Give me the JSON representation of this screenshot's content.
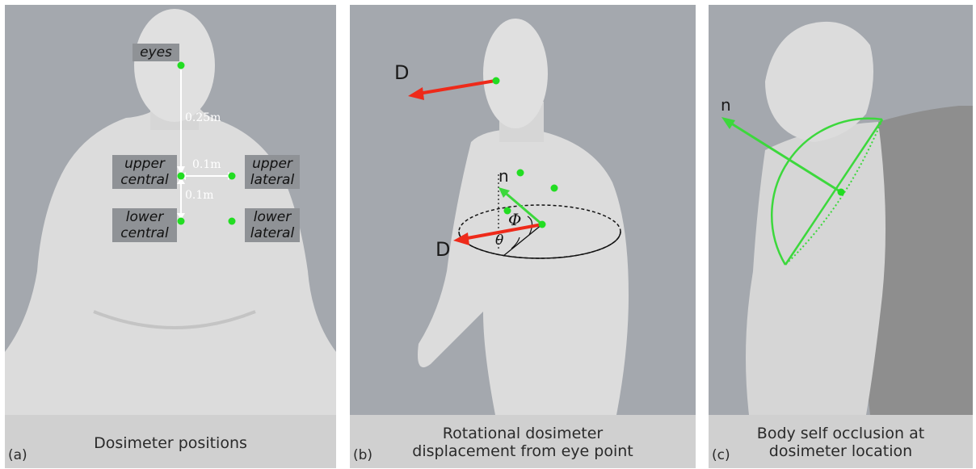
{
  "panels": [
    {
      "letter": "(a)",
      "caption": [
        "Dosimeter positions"
      ],
      "labels": {
        "eyes": "eyes",
        "upper_central": [
          "upper",
          "central"
        ],
        "upper_lateral": [
          "upper",
          "lateral"
        ],
        "lower_central": [
          "lower",
          "central"
        ],
        "lower_lateral": [
          "lower",
          "lateral"
        ]
      },
      "measurements": {
        "eyes_to_upper": "0.25m",
        "central_to_lateral": "0.1m",
        "upper_to_lower": "0.1m"
      }
    },
    {
      "letter": "(b)",
      "caption": [
        "Rotational dosimeter",
        "displacement from eye point"
      ],
      "symbols": {
        "d_top": "D",
        "d_bottom": "D",
        "n": "n",
        "phi": "Φ",
        "theta": "θ"
      }
    },
    {
      "letter": "(c)",
      "caption": [
        "Body self occlusion at",
        "dosimeter location"
      ],
      "symbols": {
        "n": "n"
      }
    }
  ],
  "colors": {
    "background": "#a4a8ae",
    "body": "#dcdcdc",
    "dot": "#22dd22",
    "arrow_d": "#ee2a1a",
    "normal": "#3cd83c"
  }
}
